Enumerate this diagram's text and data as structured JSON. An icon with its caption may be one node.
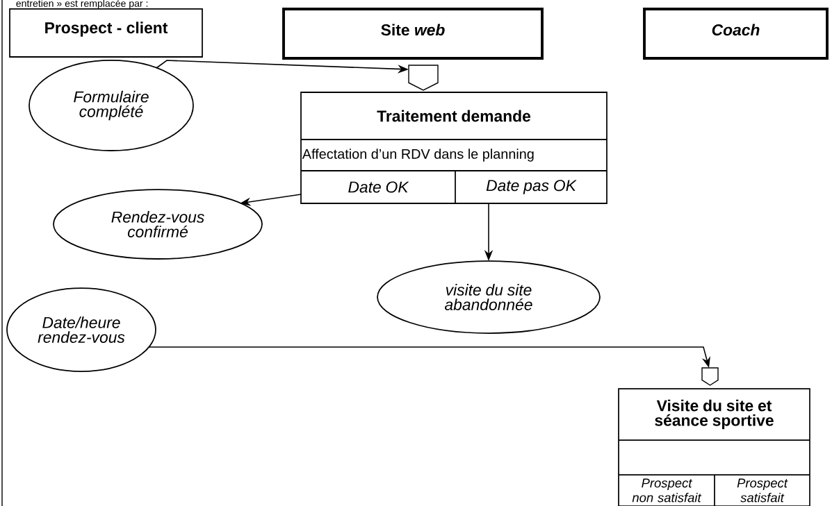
{
  "diagram": {
    "nodes": [
      {
        "text": [
          "Prospect - client"
        ]
      },
      {
        "text": [
          "Site *web*"
        ]
      },
      {
        "text": [
          "Coach"
        ]
      },
      {
        "text": [
          "Formulaire complété"
        ]
      },
      {
        "text": [],
        "shape": "pentagon"
      },
      {
        "text": [
          "Traitement demande",
          "Affectation d’un RDV dans le planning",
          "Date OK",
          "Date pas OK"
        ]
      },
      {
        "text": [
          "Rendez-vous confirmé"
        ]
      },
      {
        "text": [
          "visite du site abandonnée"
        ]
      },
      {
        "text": [
          "Date/heure rendez-vous"
        ]
      },
      {
        "text": [],
        "shape": "pentagon"
      },
      {
        "text": [
          "Visite du site et séance sportive",
          "Prospect non satisfait",
          "Prospect satisfait"
        ]
      }
    ],
    "edges": [
      {
        "from": 3,
        "to": 4,
        "arrow": "to"
      },
      {
        "from": 5,
        "to": 6,
        "arrow": "to"
      },
      {
        "from": 5,
        "to": 7,
        "arrow": "to"
      },
      {
        "from": 8,
        "to": 9,
        "arrow": "to"
      }
    ],
    "labels": [
      "entretien » est remplacée par :"
    ]
  }
}
